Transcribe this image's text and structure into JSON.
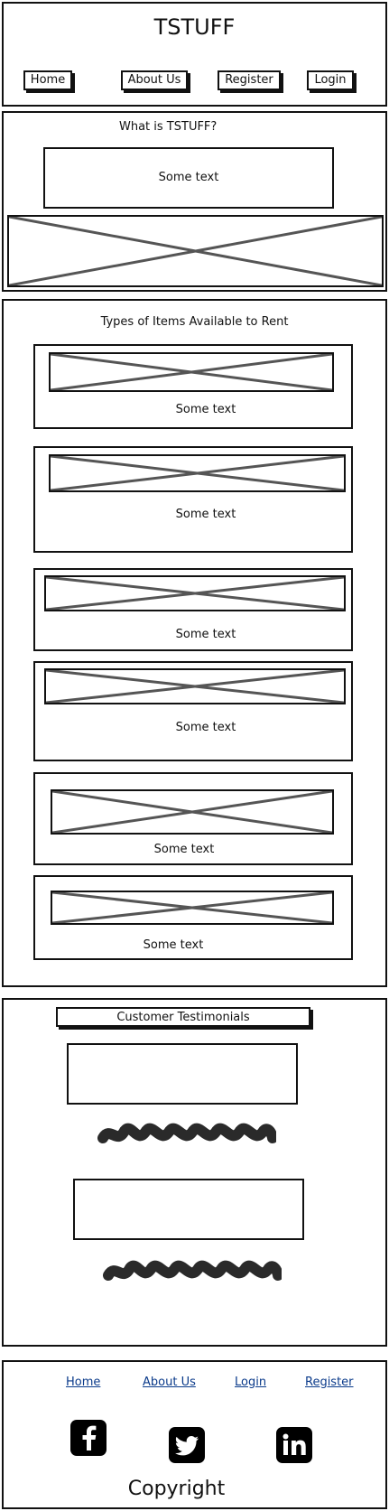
{
  "header": {
    "title": "TSTUFF",
    "nav": [
      {
        "label": "Home"
      },
      {
        "label": "About Us"
      },
      {
        "label": "Register"
      },
      {
        "label": "Login"
      }
    ]
  },
  "about": {
    "heading": "What is TSTUFF?",
    "text": "Some text"
  },
  "items": {
    "heading": "Types of Items Available to Rent",
    "cards": [
      {
        "text": "Some text"
      },
      {
        "text": "Some text"
      },
      {
        "text": "Some text"
      },
      {
        "text": "Some text"
      },
      {
        "text": "Some text"
      },
      {
        "text": "Some text"
      }
    ]
  },
  "testimonials": {
    "heading": "Customer Testimonials"
  },
  "footer": {
    "links": [
      {
        "label": "Home"
      },
      {
        "label": "About Us"
      },
      {
        "label": "Login"
      },
      {
        "label": "Register"
      }
    ],
    "social_icons": [
      "facebook-icon",
      "twitter-icon",
      "linkedin-icon"
    ],
    "copyright": "Copyright"
  }
}
